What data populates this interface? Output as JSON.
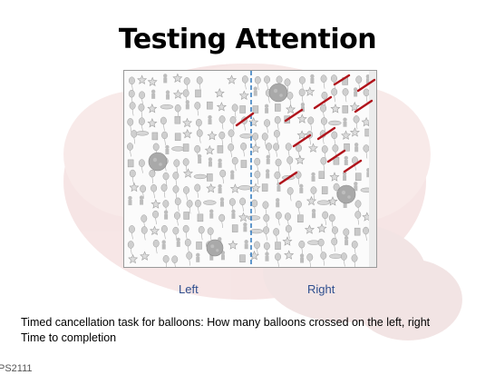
{
  "slide": {
    "title": "Testing Attention",
    "left_label": "Left",
    "right_label": "Right",
    "caption_line1": "Timed cancellation task for balloons: How many balloons crossed on the left, right",
    "caption_line2": "Time to completion",
    "footer_code": "PS2111"
  },
  "colors": {
    "divider": "#3a7fc1",
    "cross_mark": "#b0121a",
    "label_text": "#2f4f8f",
    "stimulus_gray": "#9e9e9e"
  },
  "icons": [
    "brain-background-icon",
    "balloon-icon",
    "star-icon",
    "rocket-icon",
    "moon-icon",
    "cup-icon",
    "person-icon",
    "cross-mark-icon"
  ]
}
